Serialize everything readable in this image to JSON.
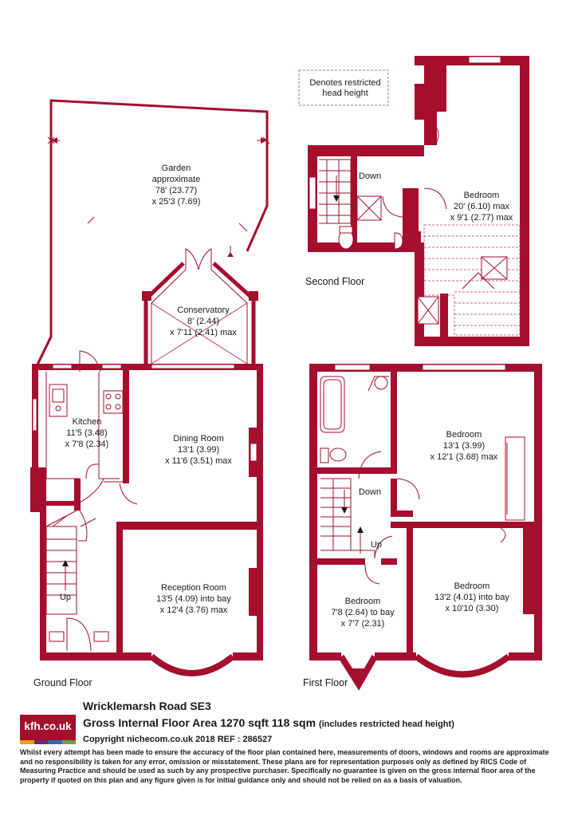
{
  "floors": {
    "ground": "Ground Floor",
    "first": "First Floor",
    "second": "Second Floor"
  },
  "key": {
    "restricted_line1": "Denotes restricted",
    "restricted_line2": "head height"
  },
  "rooms": {
    "garden": {
      "name": "Garden",
      "l2": "approximate",
      "l3": "78' (23.77)",
      "l4": "x 25'3 (7.69)"
    },
    "conservatory": {
      "name": "Conservatory",
      "l2": "8' (2.44)",
      "l3": "x 7'11 (2.41) max"
    },
    "kitchen": {
      "name": "Kitchen",
      "l2": "11'5 (3.48)",
      "l3": "x 7'8 (2.34)"
    },
    "dining": {
      "name": "Dining Room",
      "l2": "13'1 (3.99)",
      "l3": "x 11'6 (3.51) max"
    },
    "reception": {
      "name": "Reception Room",
      "l2": "13'5 (4.09) into bay",
      "l3": "x 12'4 (3.76) max"
    },
    "bedroom_top": {
      "name": "Bedroom",
      "l2": "20' (6.10) max",
      "l3": "x 9'1 (2.77) max"
    },
    "bedroom_1": {
      "name": "Bedroom",
      "l2": "13'1 (3.99)",
      "l3": "x 12'1 (3.68) max"
    },
    "bedroom_2": {
      "name": "Bedroom",
      "l2": "13'2 (4.01) into bay",
      "l3": "x 10'10 (3.30)"
    },
    "bedroom_3": {
      "name": "Bedroom",
      "l2": "7'8 (2.64) to bay",
      "l3": "x 7'7 (2.31)"
    }
  },
  "stairs": {
    "up": "Up",
    "down": "Down"
  },
  "footer": {
    "logo": "kfh.co.uk",
    "logo_colors": [
      "#e8a21a",
      "#6b2a7e",
      "#2a6fb5",
      "#6aa43a"
    ],
    "address": "Wricklemarsh Road  SE3",
    "gia": "Gross Internal Floor Area 1270 sqft 118 sqm",
    "gia_note": "(includes restricted head height)",
    "copyright": "Copyright nichecom.co.uk 2018 REF : 286527",
    "disclaimer": "Whilst every attempt has been made to ensure the accuracy of the floor plan contained here, measurements of doors, windows and rooms are approximate and no responsibility is taken for any error, omission or misstatement.  These plans are for representation purposes only as defined by RICS Code of Measuring Practice and should be used as such by any prospective purchaser.  Specifically no guarantee is given on the gross internal floor area of the property if quoted on this plan and any figure given is for initial guidance only and should not be relied on as a basis of valuation."
  },
  "colors": {
    "wall": "#a50e2d",
    "text": "#1a1a1a"
  }
}
